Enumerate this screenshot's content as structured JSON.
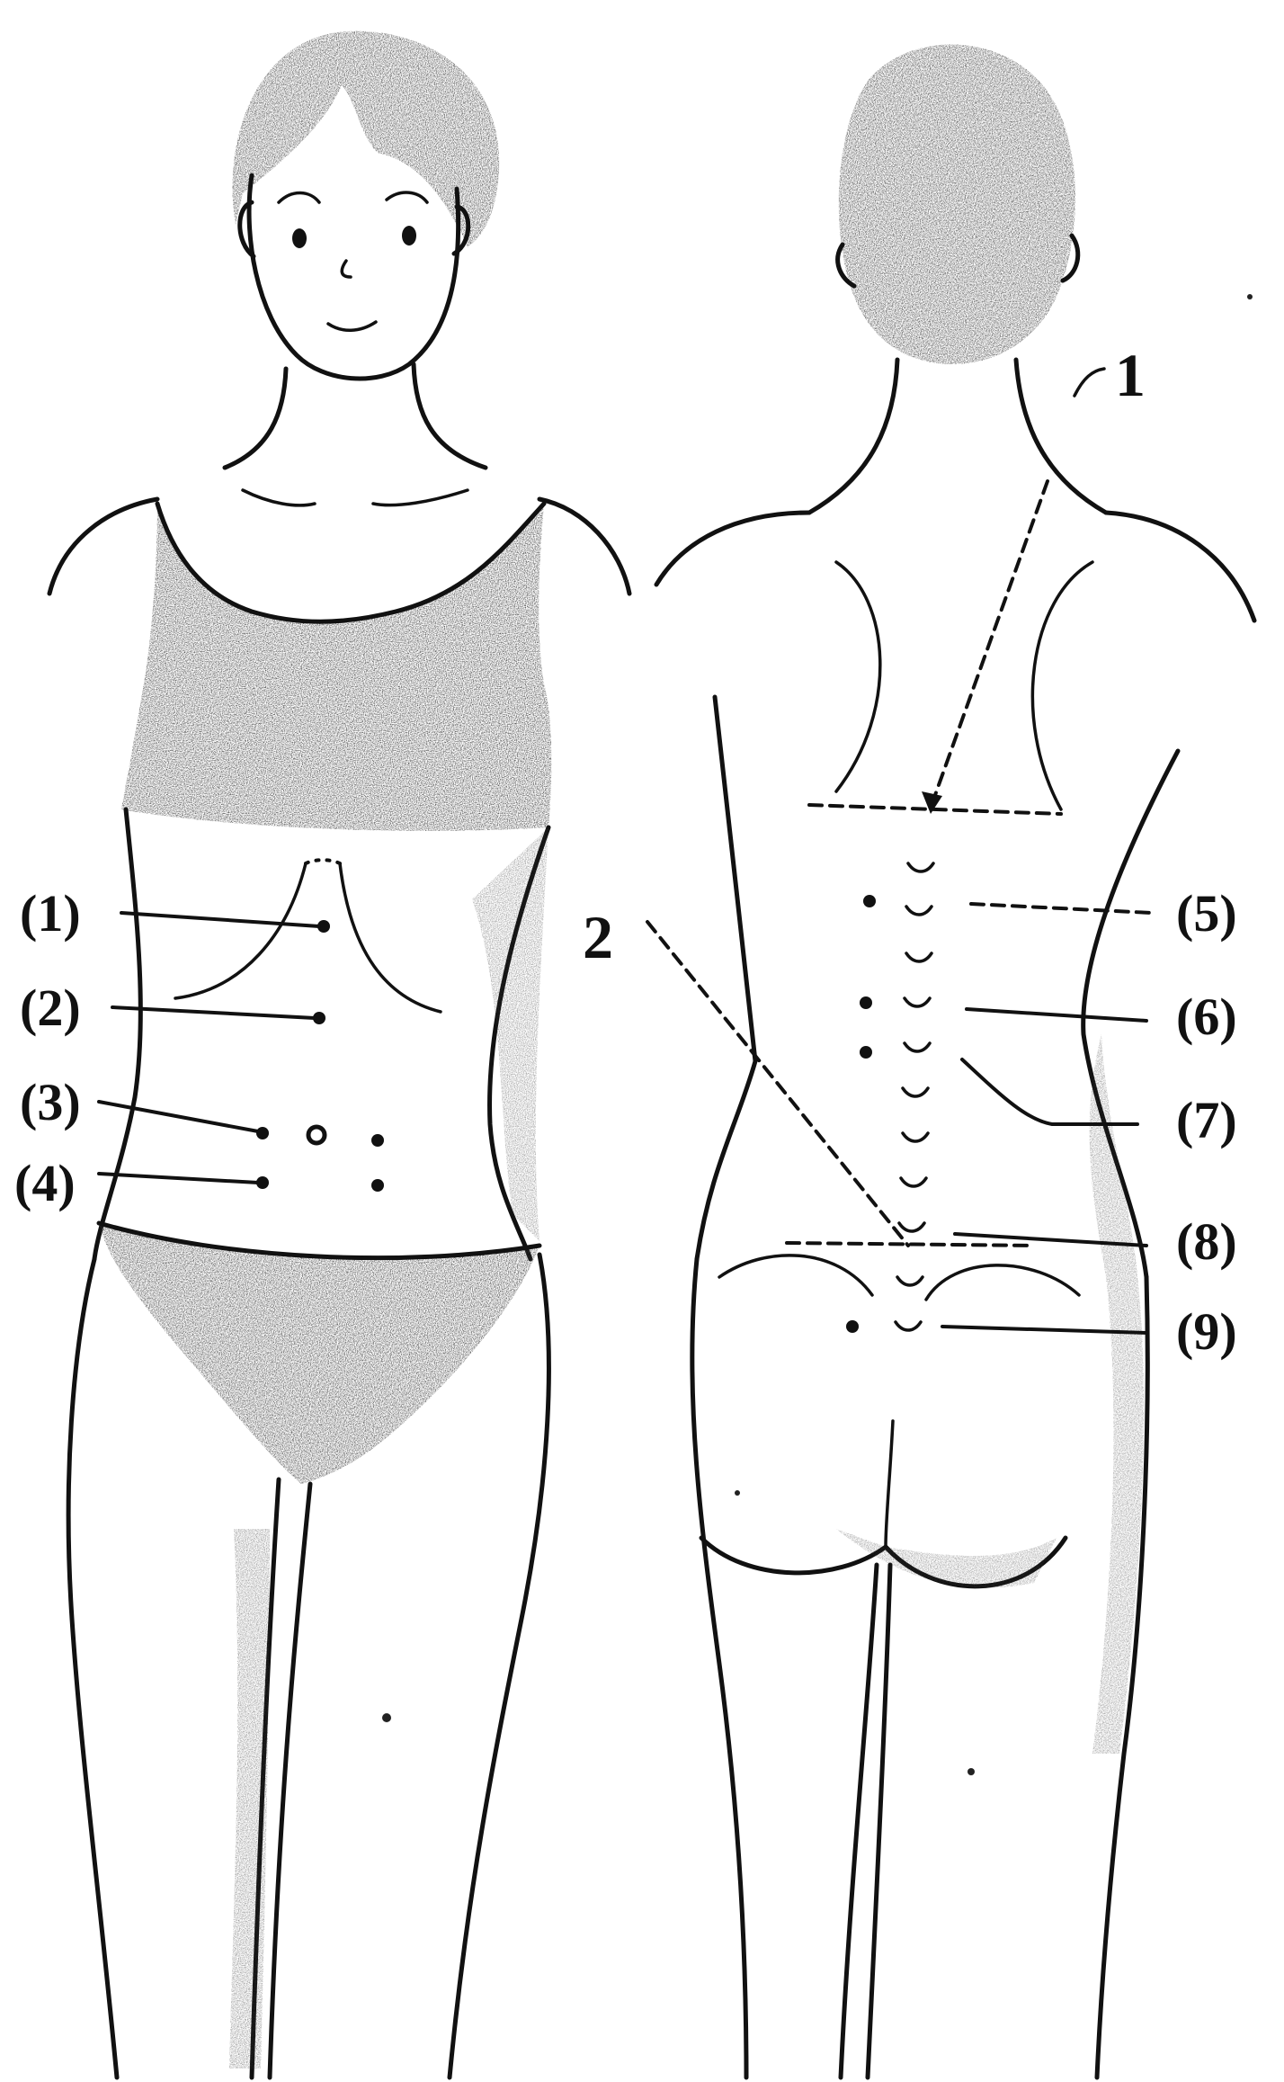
{
  "figure": {
    "labels": {
      "front": [
        "(1)",
        "(2)",
        "(3)",
        "(4)"
      ],
      "back": [
        "(5)",
        "(6)",
        "(7)",
        "(8)",
        "(9)"
      ],
      "lines": [
        "1",
        "2"
      ]
    },
    "colors": {
      "ink": "#111111",
      "shade": "#3a3a3a",
      "paper": "#ffffff"
    }
  }
}
